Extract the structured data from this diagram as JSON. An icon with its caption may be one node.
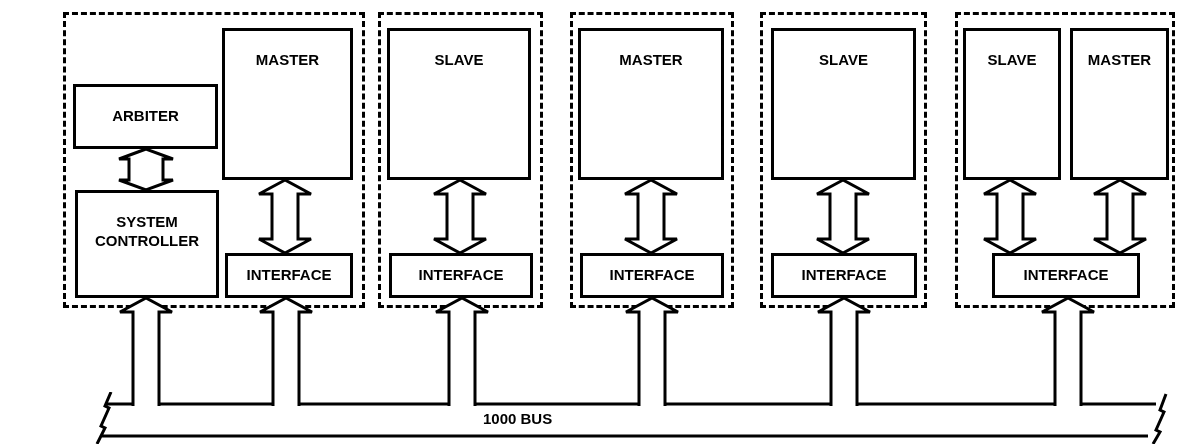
{
  "diagram": {
    "nodes": [
      {
        "text": [],
        "shape": "box"
      },
      {
        "text": [
          "ARBITER"
        ],
        "in": 0
      },
      {
        "text": [
          "SYSTEM CONTROLLER"
        ],
        "in": 0
      },
      {
        "text": [
          "MASTER"
        ],
        "in": 0
      },
      {
        "text": [
          "INTERFACE"
        ],
        "in": 0
      },
      {
        "text": [],
        "shape": "box"
      },
      {
        "text": [
          "SLAVE"
        ],
        "in": 5
      },
      {
        "text": [
          "INTERFACE"
        ],
        "in": 5
      },
      {
        "text": [],
        "shape": "box"
      },
      {
        "text": [
          "MASTER"
        ],
        "in": 8
      },
      {
        "text": [
          "INTERFACE"
        ],
        "in": 8
      },
      {
        "text": [],
        "shape": "box"
      },
      {
        "text": [
          "SLAVE"
        ],
        "in": 11
      },
      {
        "text": [
          "INTERFACE"
        ],
        "in": 11
      },
      {
        "text": [],
        "shape": "box"
      },
      {
        "text": [
          "SLAVE"
        ],
        "in": 14
      },
      {
        "text": [
          "MASTER"
        ],
        "in": 14
      },
      {
        "text": [
          "INTERFACE"
        ],
        "in": 14
      },
      {
        "text": [
          "1000 BUS"
        ]
      }
    ],
    "edges": [
      {
        "from": 1,
        "to": 2,
        "arrow": "both"
      },
      {
        "from": 3,
        "to": 4,
        "arrow": "both"
      },
      {
        "from": 6,
        "to": 7,
        "arrow": "both"
      },
      {
        "from": 9,
        "to": 10,
        "arrow": "both"
      },
      {
        "from": 12,
        "to": 13,
        "arrow": "both"
      },
      {
        "from": 15,
        "to": 17,
        "arrow": "both"
      },
      {
        "from": 16,
        "to": 17,
        "arrow": "both"
      },
      {
        "from": 18,
        "to": 2,
        "arrow": "to"
      },
      {
        "from": 18,
        "to": 4,
        "arrow": "to"
      },
      {
        "from": 18,
        "to": 7,
        "arrow": "to"
      },
      {
        "from": 18,
        "to": 10,
        "arrow": "to"
      },
      {
        "from": 18,
        "to": 13,
        "arrow": "to"
      },
      {
        "from": 18,
        "to": 17,
        "arrow": "to"
      }
    ]
  }
}
